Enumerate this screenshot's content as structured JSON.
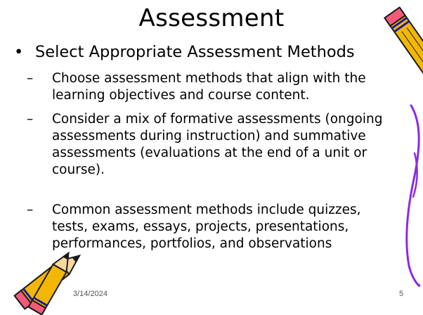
{
  "slide": {
    "title": "Assessment",
    "bullet": {
      "marker": "•",
      "text": "Select Appropriate Assessment Methods"
    },
    "sub_marker": "–",
    "sub_bullets": [
      "Choose assessment methods that align with the learning objectives and course content.",
      " Consider a mix of formative assessments (ongoing assessments during instruction) and summative assessments (evaluations at the end of a unit or course).",
      "Common assessment methods include quizzes, tests, exams, essays, projects, presentations, performances, portfolios, and observations"
    ],
    "footer": {
      "date": "3/14/2024",
      "page_number": "5"
    },
    "decorations": {
      "top_right": "pencil-icon",
      "right_edge": "purple-curve",
      "bottom_left": "pencils-icon",
      "colors": {
        "pencil_yellow": "#f2b705",
        "pencil_stripe": "#1a1aa6",
        "eraser": "#f35a7a",
        "purple_curve": "#8a2be2"
      }
    }
  }
}
